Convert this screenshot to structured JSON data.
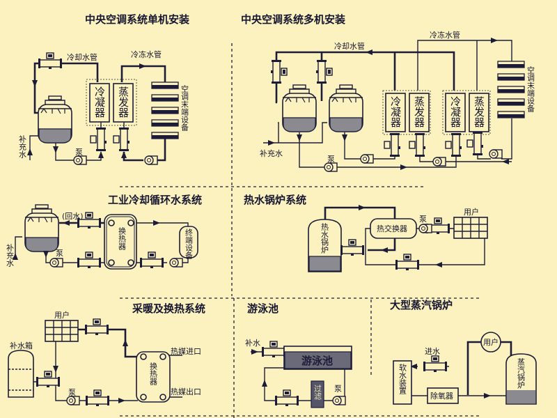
{
  "panels": {
    "single": {
      "title": "中央空调系统单机安装",
      "cooling_pipe": "冷却水管",
      "chilled_pipe": "冷冻水管",
      "condenser": "冷凝器",
      "evaporator": "蒸发器",
      "terminal": "空调末端设备",
      "makeup": "补充水",
      "pump": "泵"
    },
    "multi": {
      "title": "中央空调系统多机安装",
      "cooling_pipe": "冷却水管",
      "chilled_pipe": "冷冻水管",
      "condenser": "冷凝器",
      "evaporator": "蒸发器",
      "terminal": "空调末端设备",
      "makeup": "补充水",
      "pump": "泵"
    },
    "industrial": {
      "title": "工业冷却循环水系统",
      "return": "(回水)",
      "exchanger": "换热器",
      "terminal": "终端设备",
      "makeup": "补充水",
      "pump": "泵"
    },
    "hot_water": {
      "title": "热水锅炉系统",
      "boiler": "热水锅炉",
      "exchanger": "热交换器",
      "pump": "泵",
      "user": "用户"
    },
    "heating": {
      "title": "采暖及换热系统",
      "user": "用户",
      "tank": "补水箱",
      "pump": "泵",
      "exchanger": "换热器",
      "inlet": "热媒进口",
      "outlet": "热媒出口"
    },
    "pool": {
      "title": "游泳池",
      "makeup": "补水",
      "pool": "游泳池",
      "filter": "过滤",
      "pump": "泵"
    },
    "steam": {
      "title": "大型蒸汽锅炉",
      "inlet": "进水",
      "softener": "软水装置",
      "deaerator": "除氧器",
      "user": "用户",
      "boiler": "蒸汽锅炉"
    }
  },
  "colors": {
    "background": "#fbf2bf",
    "line": "#1c1c38"
  }
}
